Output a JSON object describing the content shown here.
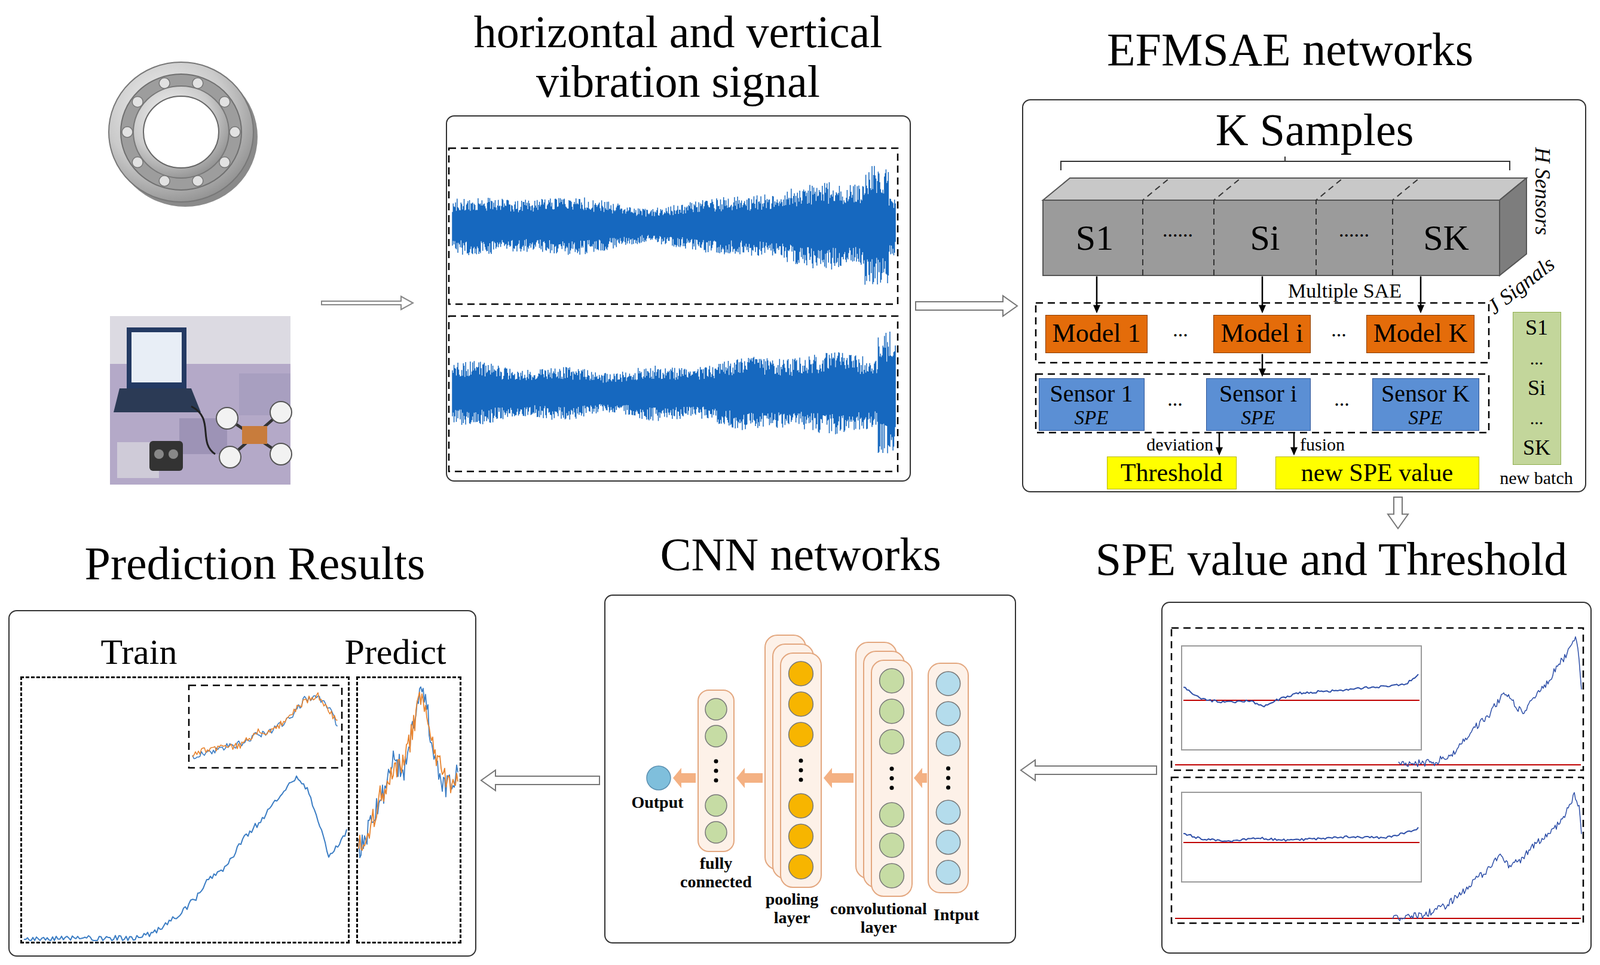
{
  "diagram": {
    "nodes": [
      {
        "text": [
          "horizontal and vertical vibration signal"
        ]
      },
      {
        "text": [
          "EFMSAE networks"
        ]
      },
      {
        "text": [
          "K Samples",
          "S1",
          "......",
          "Si",
          "......",
          "SK"
        ],
        "in": 1
      },
      {
        "text": [
          "Model 1"
        ],
        "in": 1
      },
      {
        "text": [
          "Model i"
        ],
        "in": 1
      },
      {
        "text": [
          "Model K"
        ],
        "in": 1
      },
      {
        "text": [
          "Sensor 1",
          "SPE"
        ],
        "in": 1
      },
      {
        "text": [
          "Sensor i",
          "SPE"
        ],
        "in": 1
      },
      {
        "text": [
          "Sensor K",
          "SPE"
        ],
        "in": 1
      },
      {
        "text": [
          "Threshold"
        ],
        "in": 1
      },
      {
        "text": [
          "new SPE value"
        ],
        "in": 1
      },
      {
        "text": [
          "S1",
          "...",
          "Si",
          "...",
          "SK",
          "new batch"
        ],
        "in": 1
      },
      {
        "text": [
          "Prediction Results"
        ]
      },
      {
        "text": [
          "Train"
        ],
        "in": 12
      },
      {
        "text": [
          "Predict"
        ],
        "in": 12
      },
      {
        "text": [
          "CNN networks"
        ]
      },
      {
        "text": [
          "SPE value and Threshold"
        ]
      }
    ],
    "edges": [
      {
        "from": 0,
        "to": 1,
        "arrow": "to"
      },
      {
        "from": 2,
        "to": 3,
        "arrow": "to"
      },
      {
        "from": 2,
        "to": 4,
        "arrow": "to"
      },
      {
        "from": 2,
        "to": 5,
        "arrow": "to"
      },
      {
        "from": 4,
        "to": 7,
        "arrow": "to"
      },
      {
        "from": 7,
        "to": 9,
        "label": "deviation",
        "arrow": "to"
      },
      {
        "from": 7,
        "to": 10,
        "label": "fusion",
        "arrow": "to"
      },
      {
        "from": 1,
        "to": 16,
        "arrow": "to"
      },
      {
        "from": 16,
        "to": 15,
        "arrow": "to"
      },
      {
        "from": 15,
        "to": 12,
        "arrow": "to"
      }
    ],
    "labels": [
      "Multiple SAE",
      "H Sensors",
      "J Signals",
      "...",
      "...",
      "...",
      "...",
      "Output",
      "fully connected",
      "pooling layer",
      "convolutional layer",
      "Intput"
    ]
  }
}
